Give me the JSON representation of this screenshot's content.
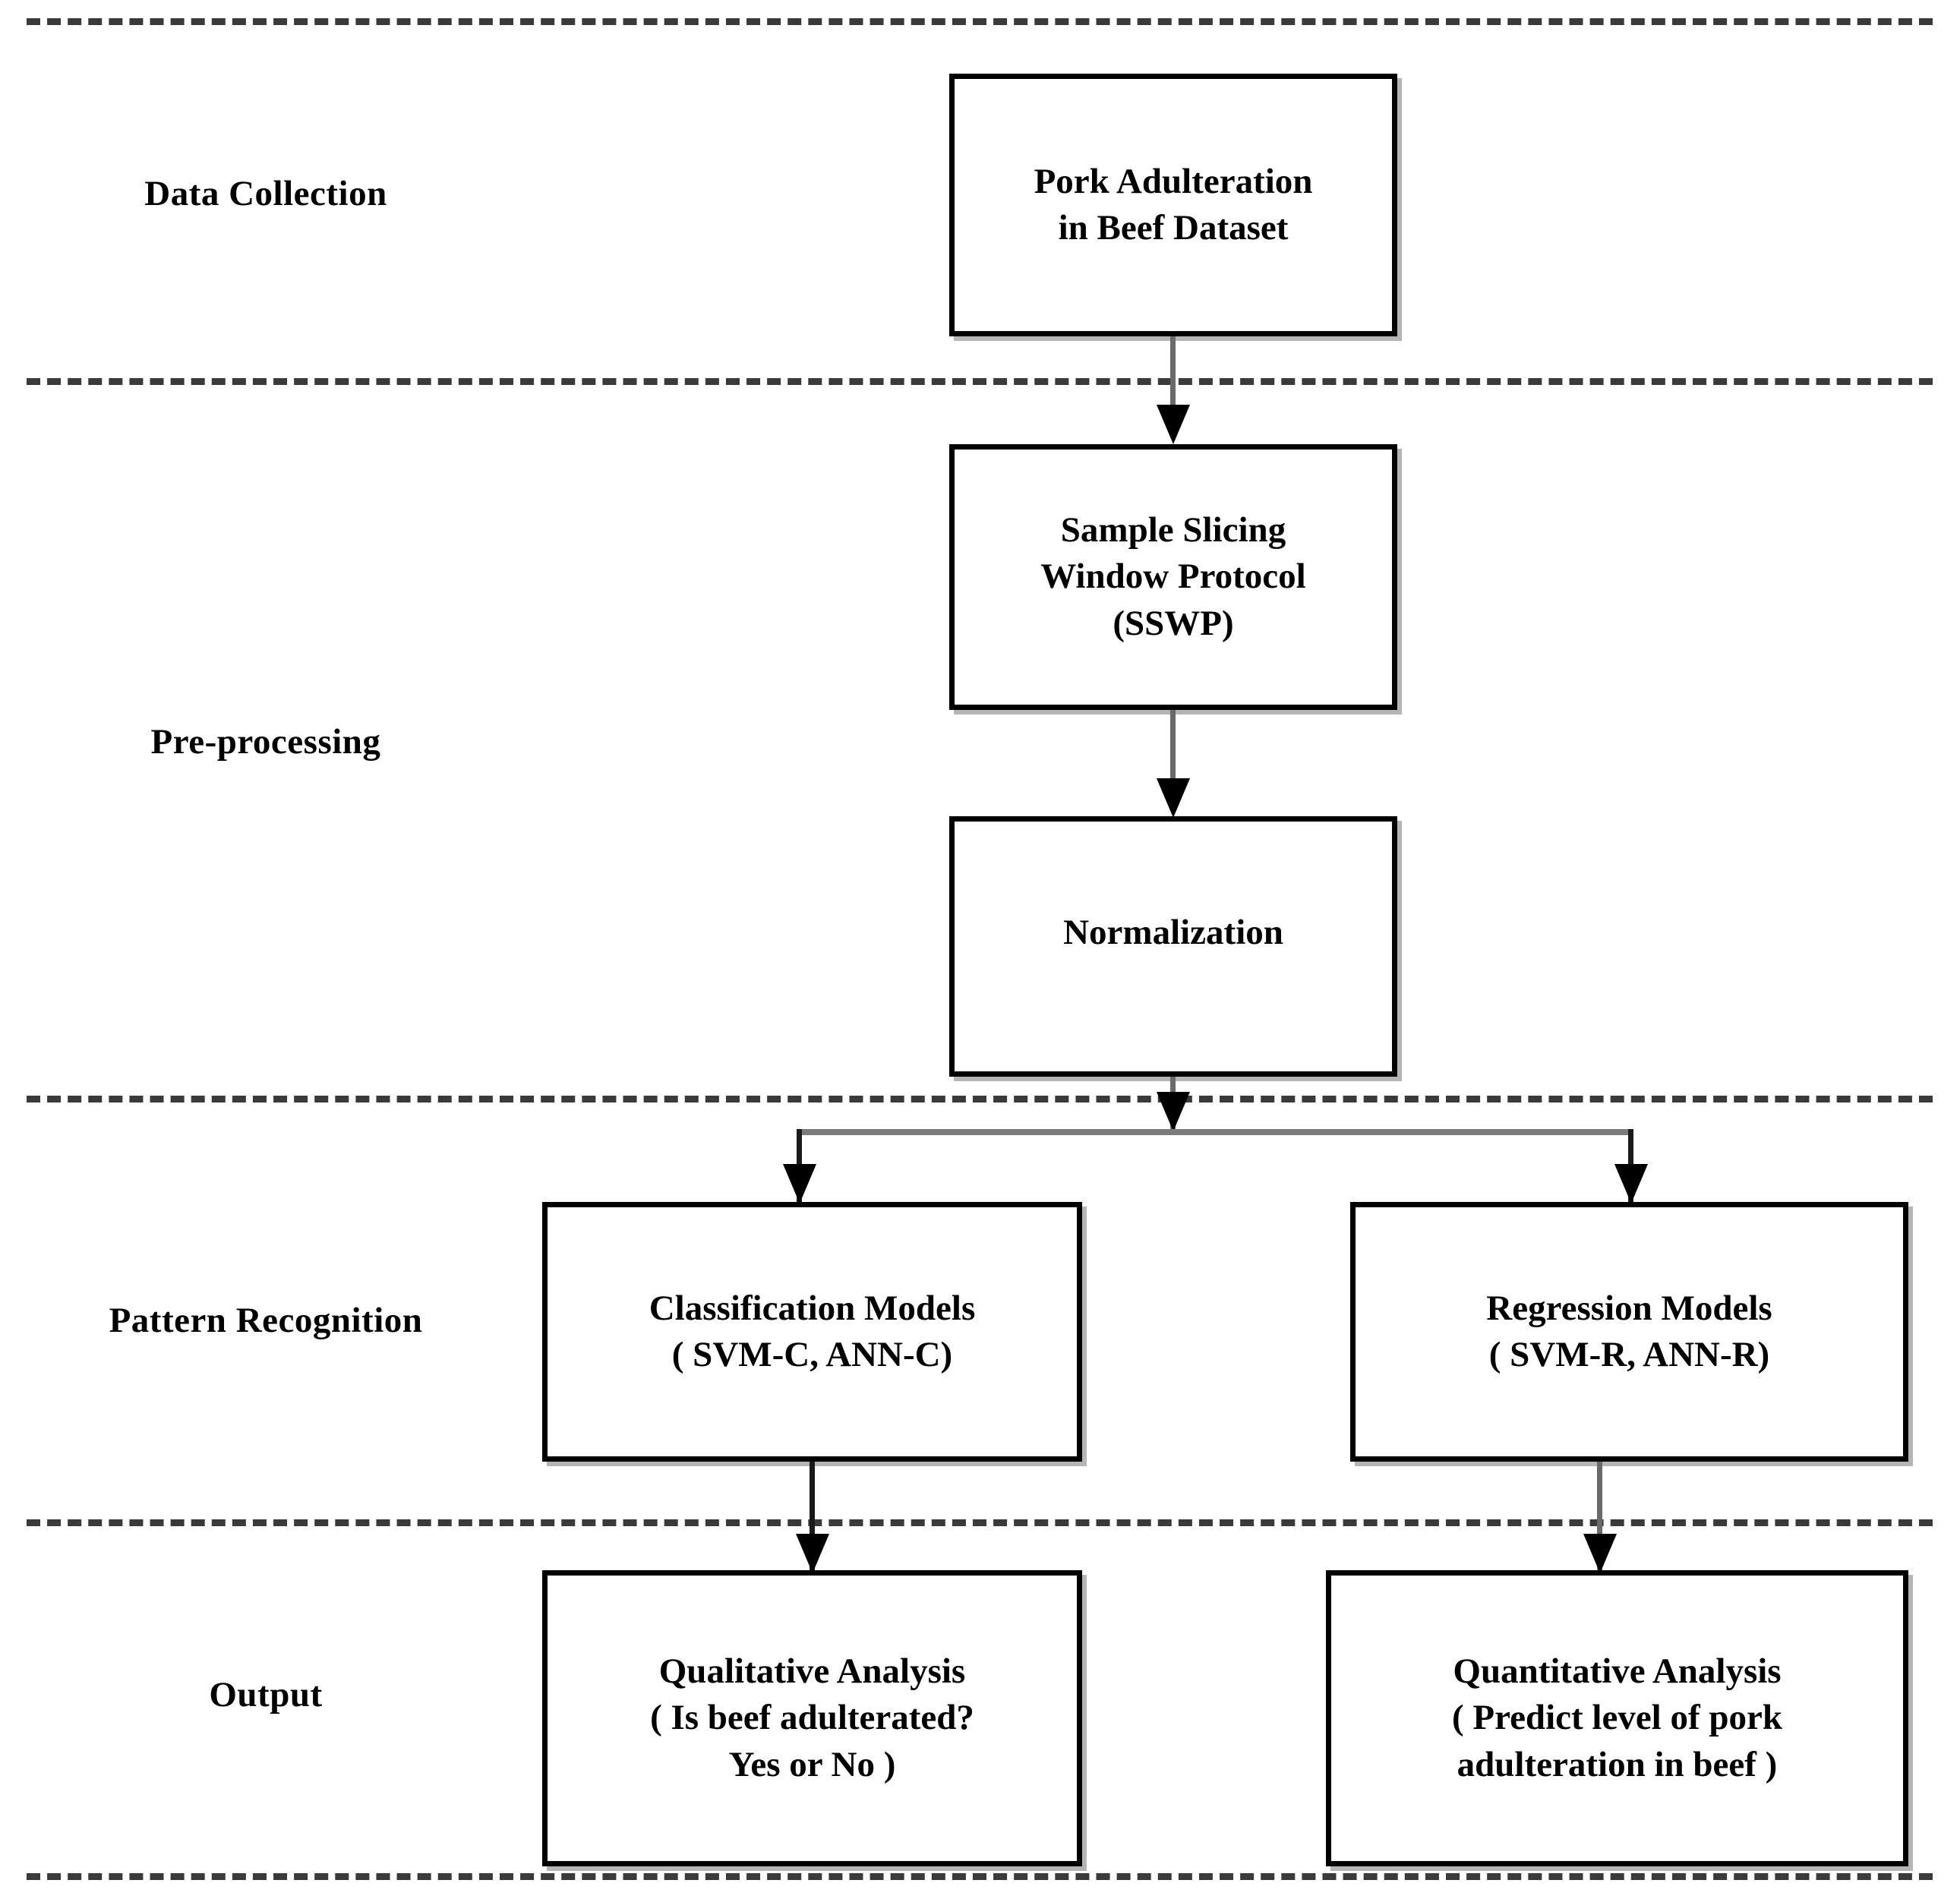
{
  "figure": {
    "title": "Pork adulteration in beef detection methodology flowchart",
    "stage_label_color": "#000000",
    "box_border_color": "#000000",
    "connector_color": "#6a6a6a",
    "divider_color": "#3a3a3a",
    "background": "#ffffff"
  },
  "stages": [
    {
      "id": "data-collection",
      "label": "Data Collection"
    },
    {
      "id": "pre-processing",
      "label": "Pre-processing"
    },
    {
      "id": "pattern-recognition",
      "label": "Pattern Recognition"
    },
    {
      "id": "output",
      "label": "Output"
    }
  ],
  "nodes": {
    "dataset": {
      "text": "Pork Adulteration\nin Beef Dataset"
    },
    "sswp": {
      "text": "Sample Slicing\nWindow Protocol\n(SSWP)"
    },
    "normalization": {
      "text": "Normalization"
    },
    "classification": {
      "text": "Classification Models\n( SVM-C, ANN-C)"
    },
    "regression": {
      "text": "Regression Models\n( SVM-R, ANN-R)"
    },
    "qualitative": {
      "text": "Qualitative Analysis\n( Is beef adulterated?\nYes or No )"
    },
    "quantitative": {
      "text": "Quantitative Analysis\n( Predict level of pork\nadulteration in beef )"
    }
  },
  "edges": [
    {
      "id": "dataset-to-sswp",
      "from": "dataset",
      "to": "sswp"
    },
    {
      "id": "sswp-to-normalization",
      "from": "sswp",
      "to": "normalization"
    },
    {
      "id": "normalization-to-split",
      "from": "normalization",
      "to": "split"
    },
    {
      "id": "split-to-classification",
      "from": "split",
      "to": "classification"
    },
    {
      "id": "split-to-regression",
      "from": "split",
      "to": "regression"
    },
    {
      "id": "classification-to-qualitative",
      "from": "classification",
      "to": "qualitative"
    },
    {
      "id": "regression-to-quantitative",
      "from": "regression",
      "to": "quantitative"
    }
  ]
}
